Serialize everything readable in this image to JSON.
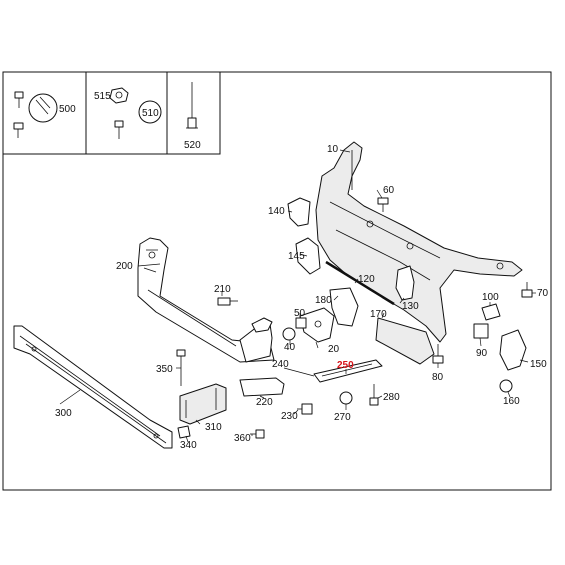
{
  "legend": {
    "box1": {
      "labels": [
        "500"
      ]
    },
    "box2": {
      "labels": [
        "515",
        "510"
      ]
    },
    "box3": {
      "labels": [
        "520"
      ]
    }
  },
  "callouts": {
    "p10": "10",
    "p20": "20",
    "p40": "40",
    "p50": "50",
    "p60": "60",
    "p70": "70",
    "p80": "80",
    "p90": "90",
    "p100": "100",
    "p120": "120",
    "p130": "130",
    "p140": "140",
    "p145": "145",
    "p150": "150",
    "p160": "160",
    "p170": "170",
    "p180": "180",
    "p200": "200",
    "p210": "210",
    "p220": "220",
    "p230": "230",
    "p240": "240",
    "p250": "250",
    "p270": "270",
    "p280": "280",
    "p300": "300",
    "p310": "310",
    "p340": "340",
    "p350": "350",
    "p360": "360"
  },
  "highlight": {
    "part": "250",
    "color": "#d8141b"
  }
}
